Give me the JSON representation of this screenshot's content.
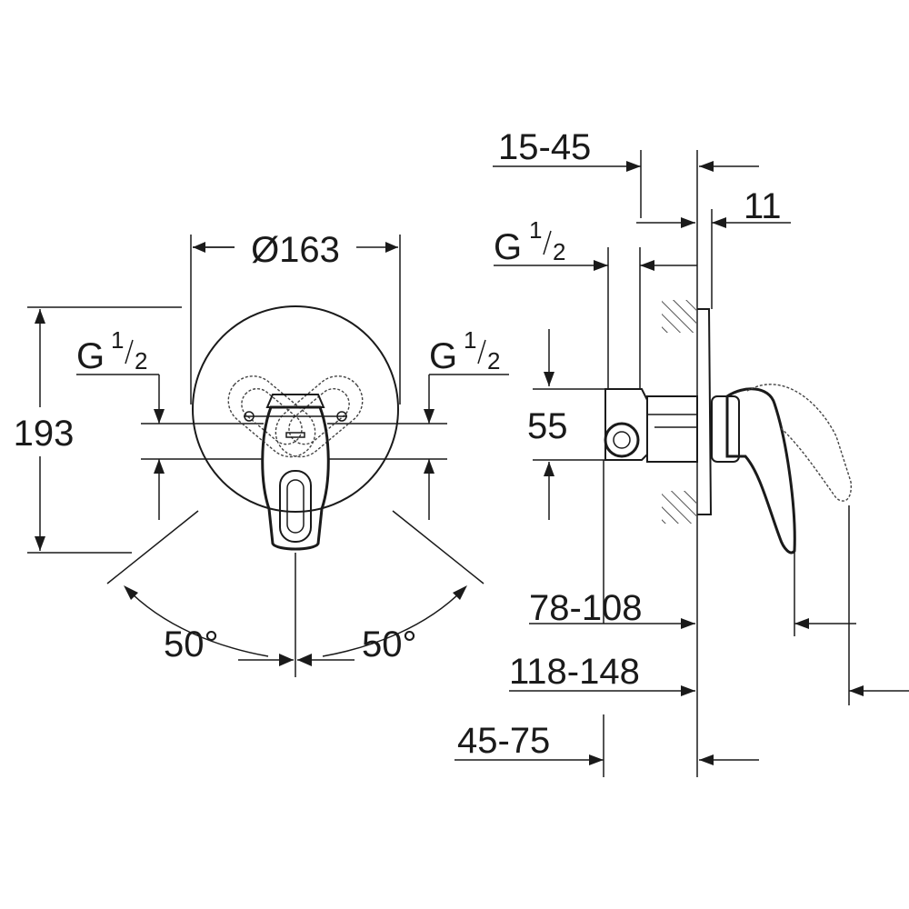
{
  "front_view": {
    "diameter_label": "Ø163",
    "height_label": "193",
    "inlet_left": {
      "main": "G",
      "num": "1",
      "den": "2"
    },
    "inlet_right": {
      "main": "G",
      "num": "1",
      "den": "2"
    },
    "angle_left": "50°",
    "angle_right": "50°"
  },
  "side_view": {
    "dim_15_45": "15-45",
    "dim_11": "11",
    "inlet": {
      "main": "G",
      "num": "1",
      "den": "2"
    },
    "dim_55": "55",
    "dim_78_108": "78-108",
    "dim_118_148": "118-148",
    "dim_45_75": "45-75"
  }
}
